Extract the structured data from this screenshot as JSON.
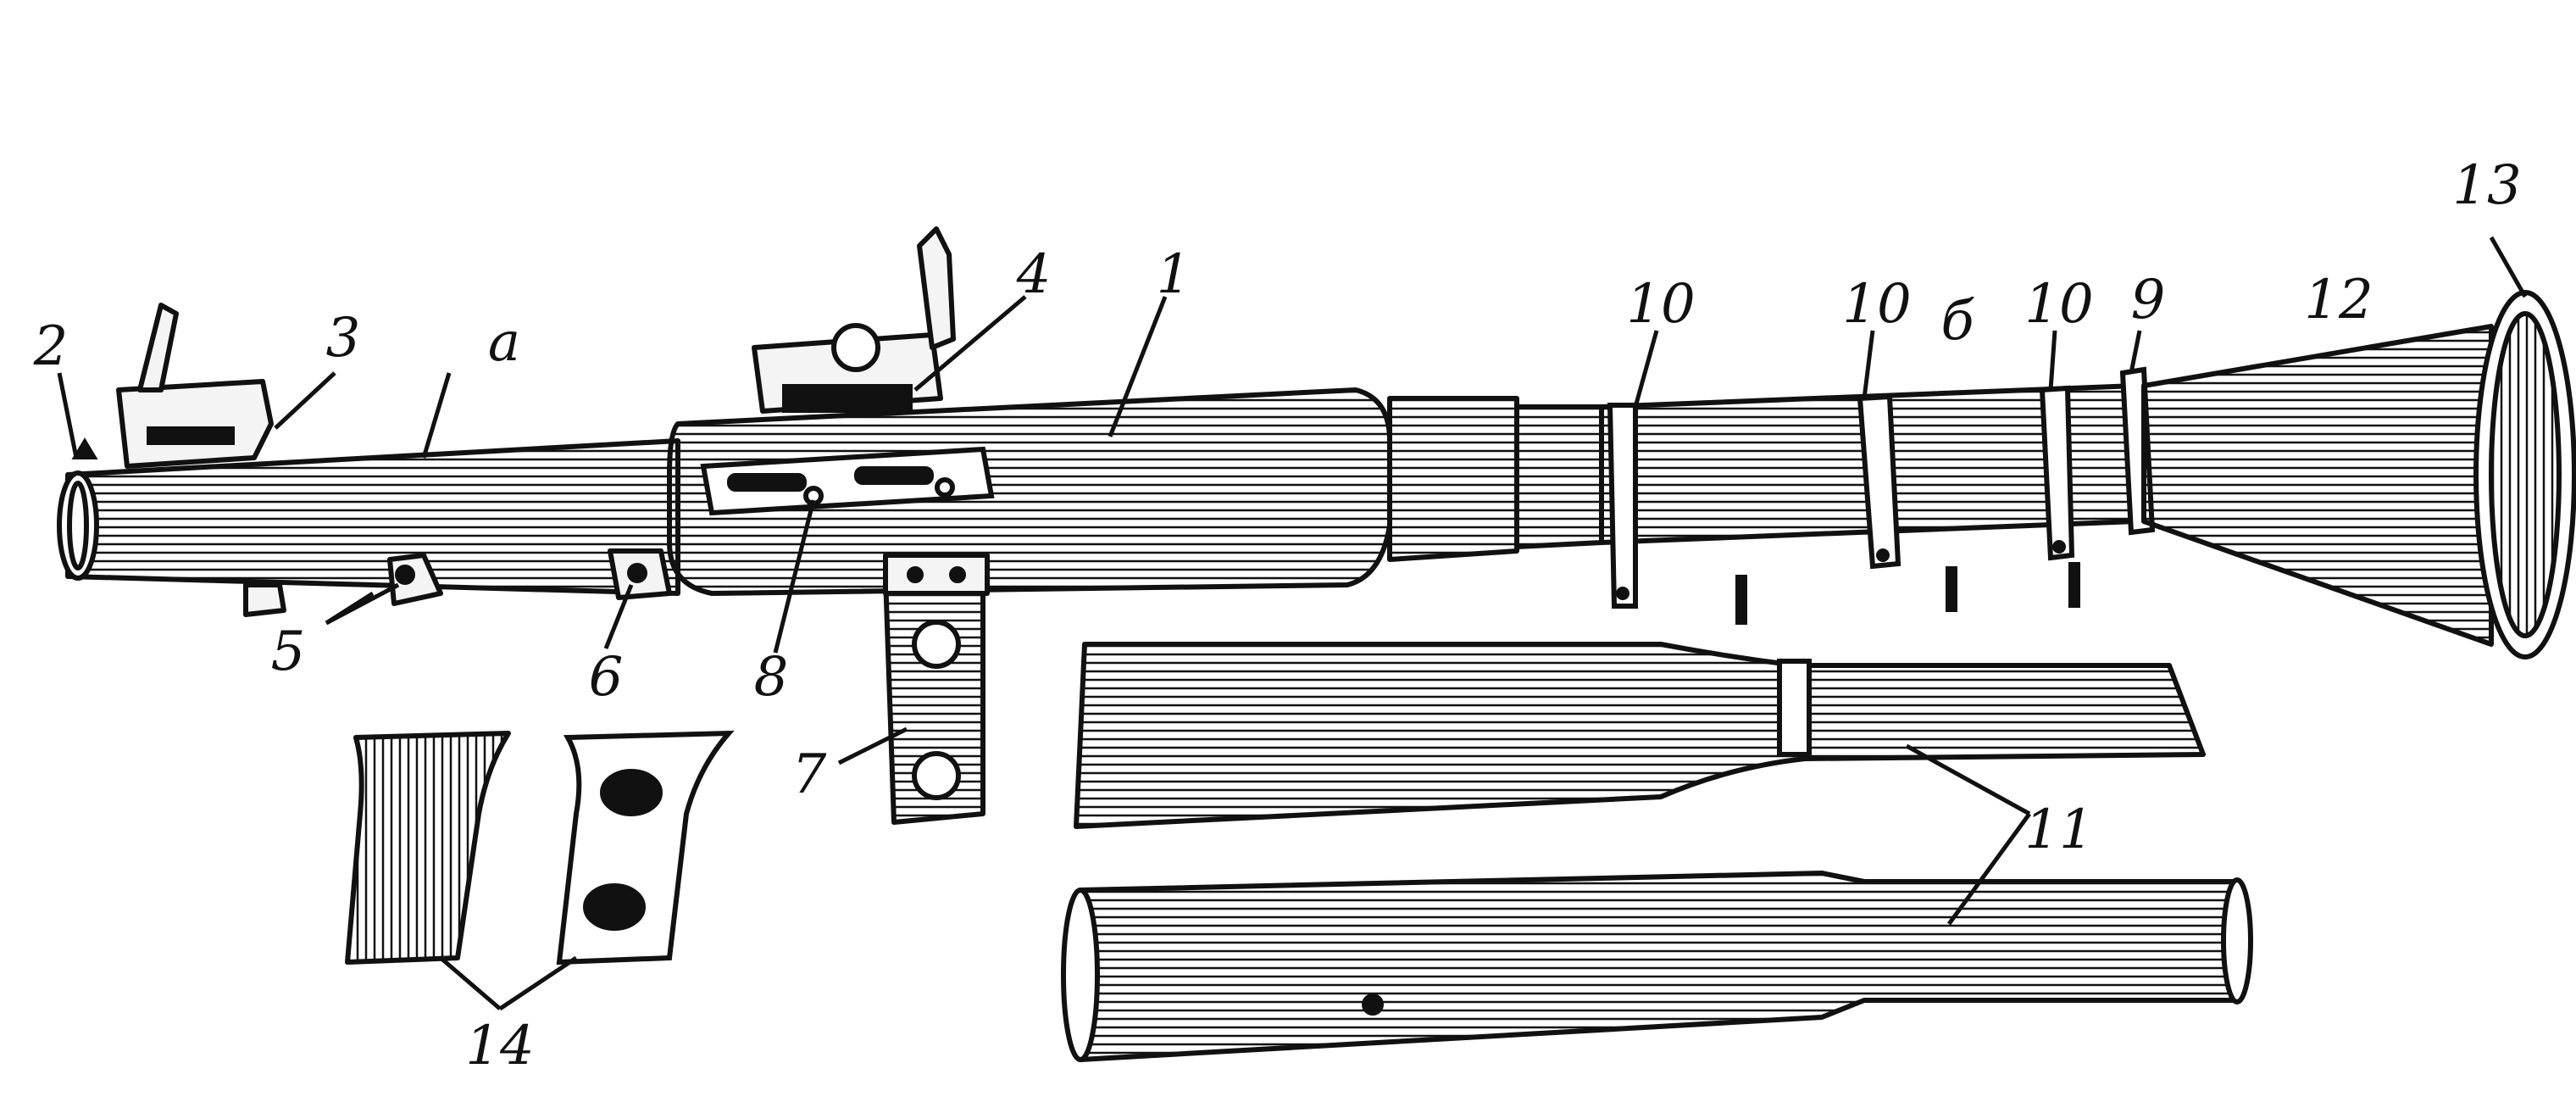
{
  "diagram": {
    "colors": {
      "ink": "#111111",
      "paper": "#ffffff",
      "hatch": "#111111"
    },
    "labels": {
      "l1": "1",
      "l2": "2",
      "l3": "3",
      "l4": "4",
      "l5": "5",
      "l6a": "6",
      "l6b": "б",
      "l7": "7",
      "l8": "8",
      "l9": "9",
      "l10a": "10",
      "l10b": "10",
      "l10c": "10",
      "l11": "11",
      "l12": "12",
      "l13": "13",
      "l14": "14",
      "la": "а"
    }
  }
}
